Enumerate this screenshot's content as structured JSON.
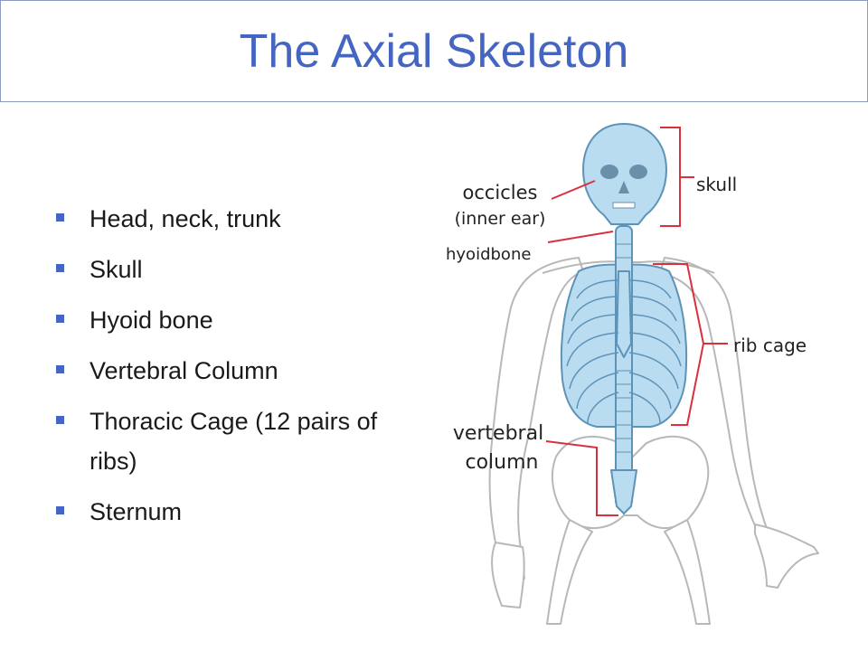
{
  "slide": {
    "title": "The Axial Skeleton",
    "bullets": [
      "Head, neck, trunk",
      "Skull",
      "Hyoid bone",
      "Vertebral Column",
      "Thoracic Cage (12 pairs of ribs)",
      "Sternum"
    ]
  },
  "figure": {
    "labels": {
      "skull": "skull",
      "occicles_line1": "occicles",
      "occicles_line2": "(inner ear)",
      "hyoid": "hyoidbone",
      "rib_cage": "rib cage",
      "vertebral_line1": "vertebral",
      "vertebral_line2": "column"
    },
    "colors": {
      "axial_bone": "#b9dcf0",
      "axial_outline": "#5e93b8",
      "appendicular_outline": "#b8b8b8",
      "pointer": "#d9303e",
      "title": "#4466c2"
    }
  }
}
